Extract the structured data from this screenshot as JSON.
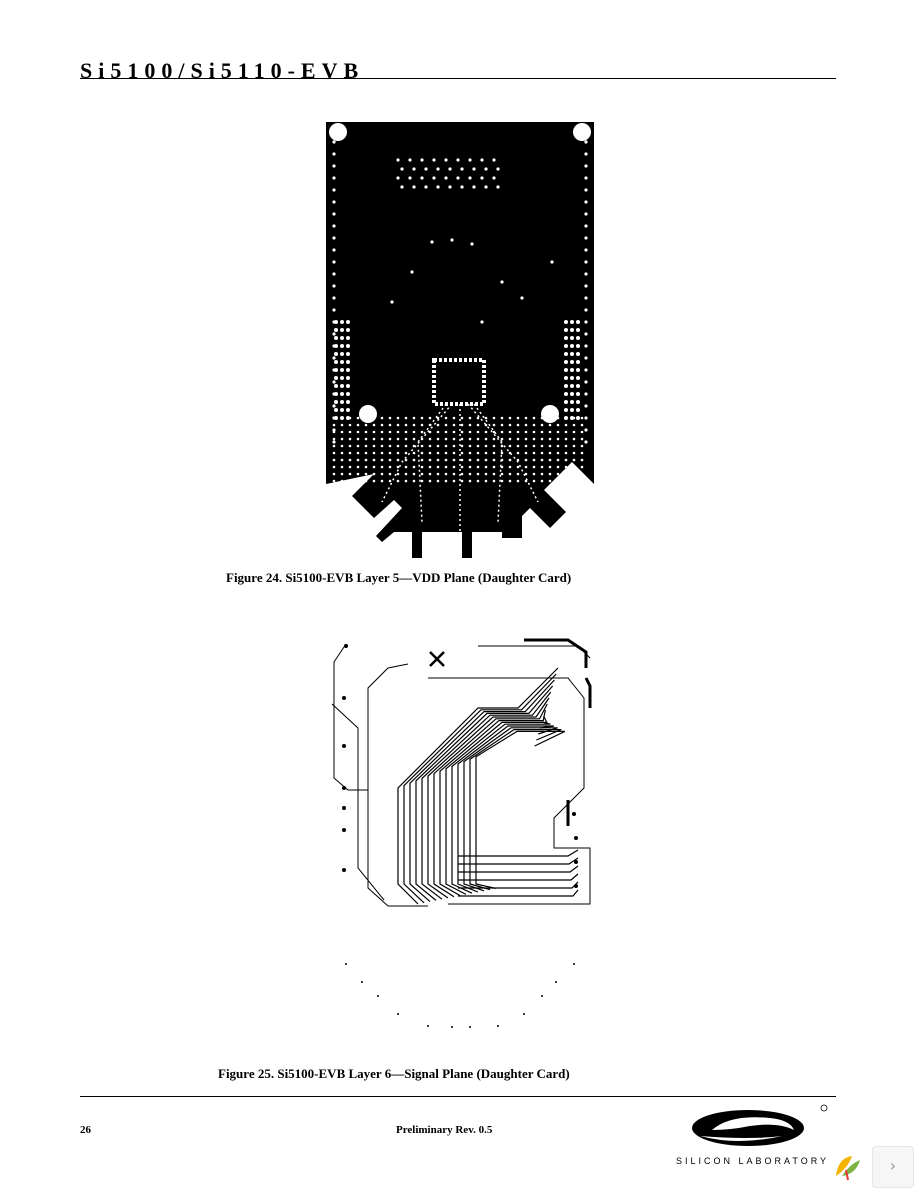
{
  "header": {
    "title": "Si5100/Si5110-EVB"
  },
  "figures": [
    {
      "caption": "Figure 24. Si5100-EVB Layer 5—VDD Plane (Daughter Card)"
    },
    {
      "caption": "Figure 25. Si5100-EVB Layer 6—Signal Plane (Daughter Card)"
    }
  ],
  "footer": {
    "page_number": "26",
    "revision": "Preliminary Rev. 0.5",
    "logo_text": "SILICON LABORATORY"
  },
  "viewer": {
    "next_icon": "chevron-right-icon",
    "leaf_icon": "leaf-icon"
  }
}
